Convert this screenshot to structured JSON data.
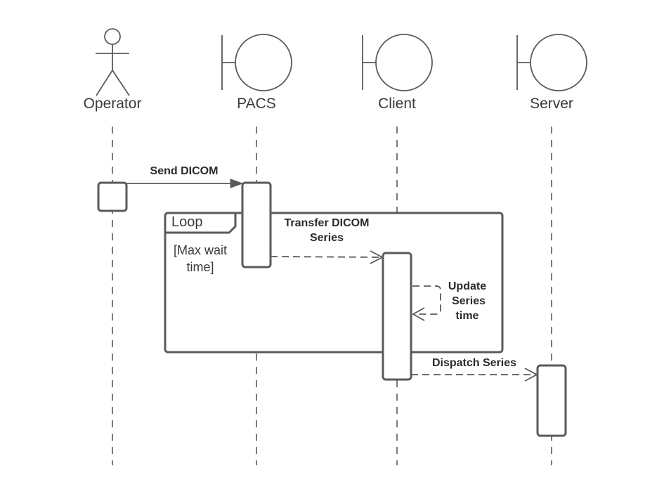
{
  "participants": [
    {
      "id": "operator",
      "label": "Operator",
      "kind": "actor"
    },
    {
      "id": "pacs",
      "label": "PACS",
      "kind": "boundary"
    },
    {
      "id": "client",
      "label": "Client",
      "kind": "boundary"
    },
    {
      "id": "server",
      "label": "Server",
      "kind": "boundary"
    }
  ],
  "messages": [
    {
      "from": "Operator",
      "to": "PACS",
      "label": "Send DICOM",
      "style": "synchronous"
    },
    {
      "from": "PACS",
      "to": "Client",
      "label_line1": "Transfer DICOM",
      "label_line2": "Series",
      "style": "dashed"
    },
    {
      "from": "Client",
      "to": "Client",
      "label_line1": "Update",
      "label_line2": "Series",
      "label_line3": "time",
      "style": "dashed-self"
    },
    {
      "from": "Client",
      "to": "Server",
      "label": "Dispatch Series",
      "style": "dashed"
    }
  ],
  "loop_frame": {
    "label": "Loop",
    "guard_line1": "[Max wait",
    "guard_line2": "time]"
  },
  "colors": {
    "stroke": "#5a5a5a",
    "text": "#3a3a3a",
    "background": "#ffffff"
  }
}
